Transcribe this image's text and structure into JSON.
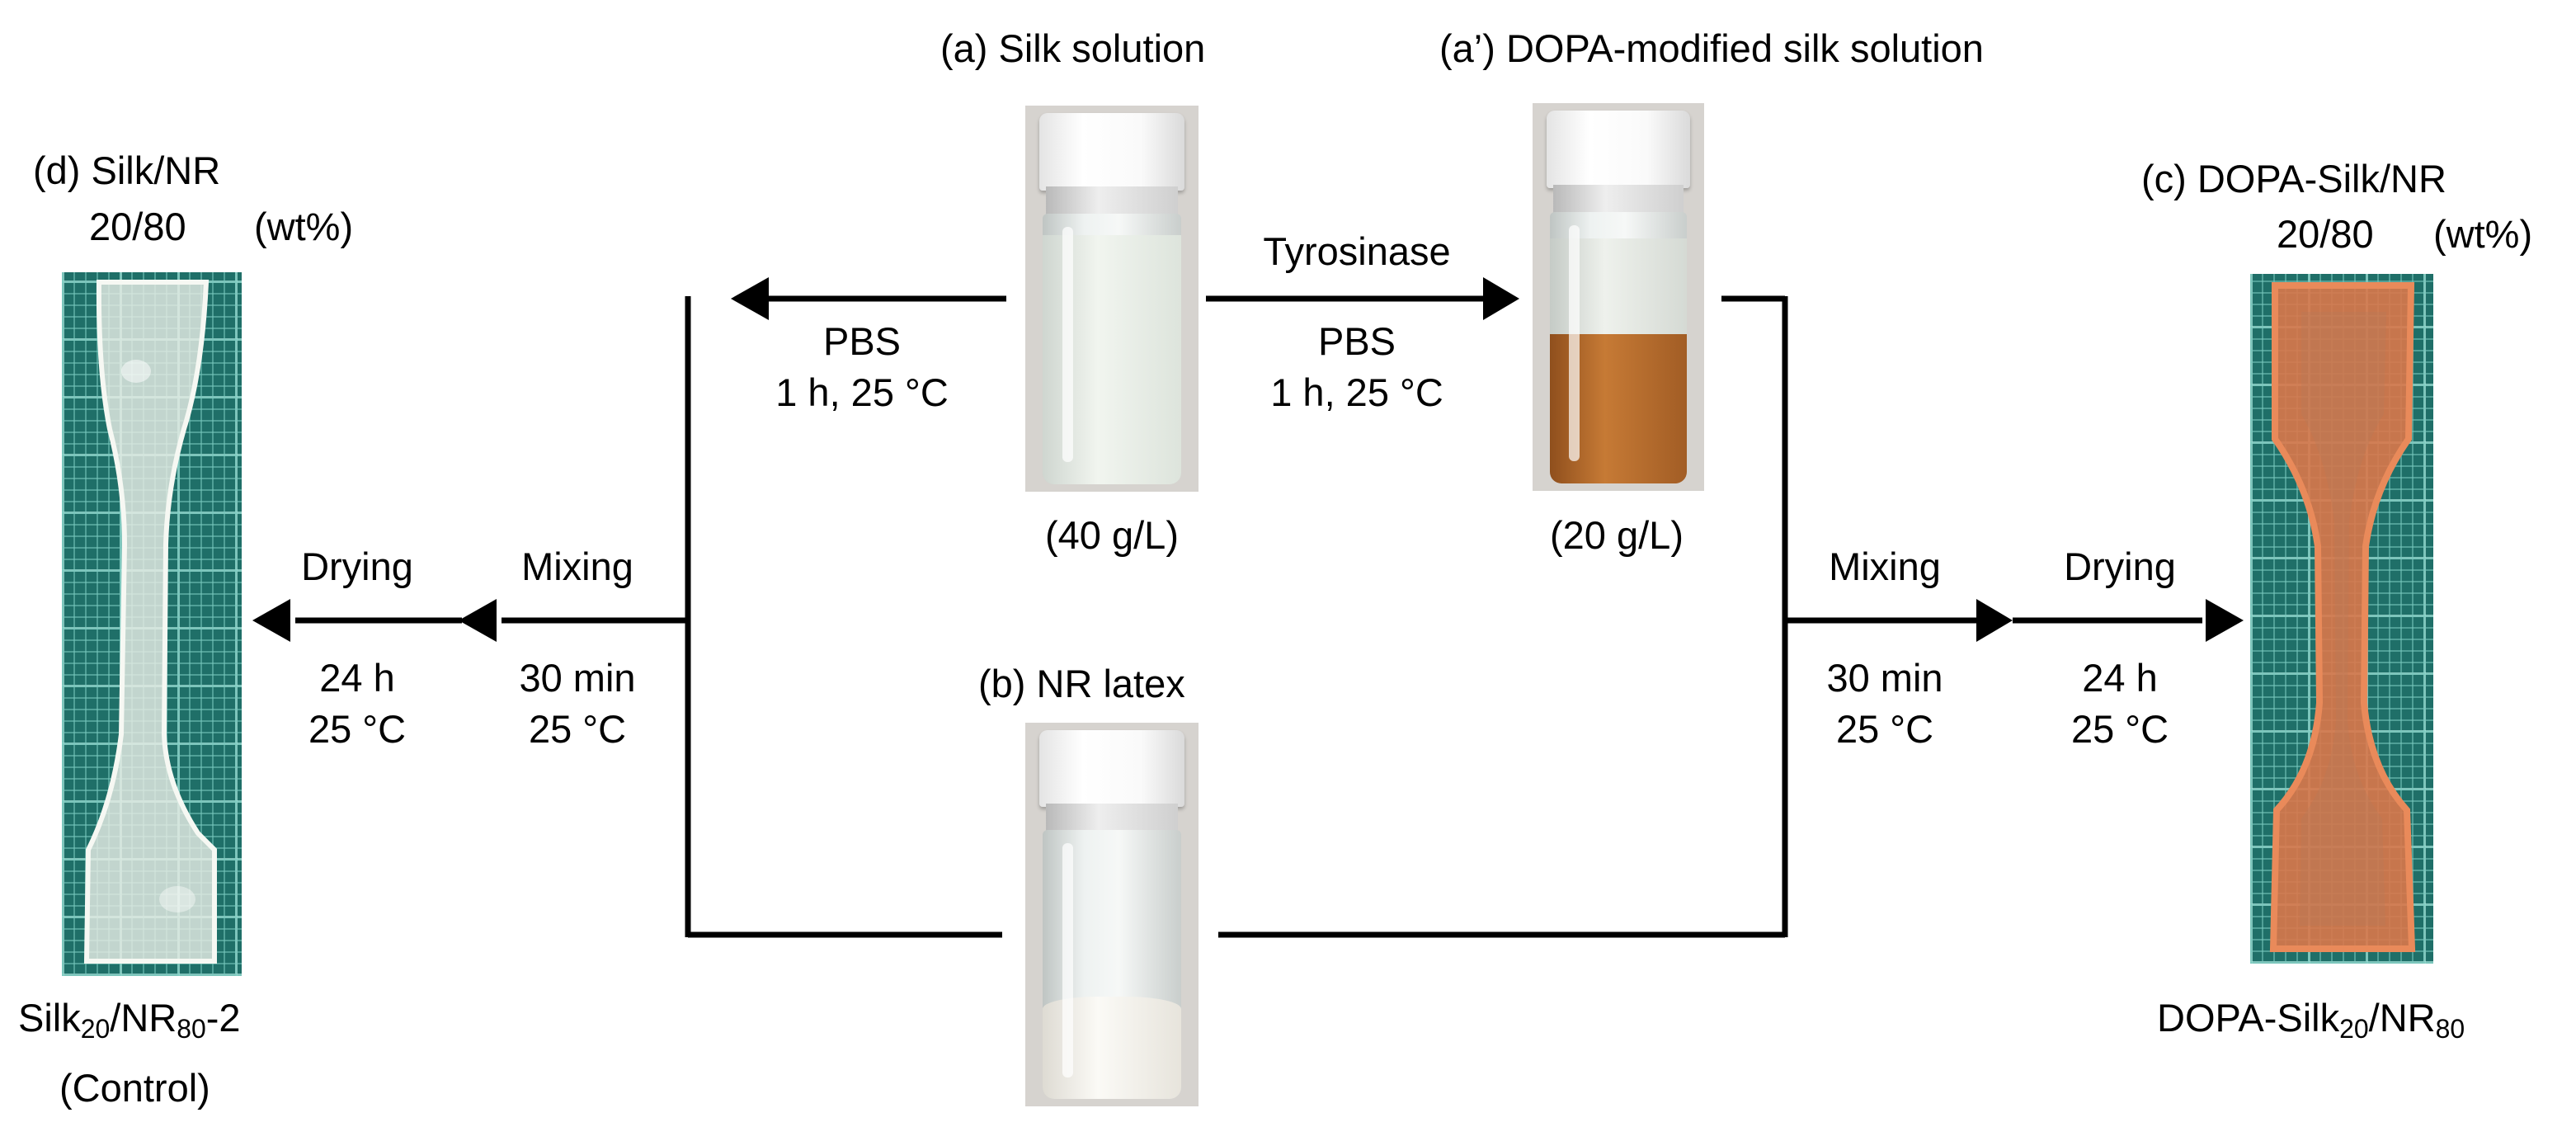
{
  "vials": {
    "silk": {
      "label": "(a) Silk solution",
      "concentration": "(40 g/L)"
    },
    "dopa": {
      "label": "(a’) DOPA-modified silk solution",
      "concentration": "(20 g/L)"
    },
    "latex": {
      "label": "(b) NR latex"
    }
  },
  "steps": {
    "left_pbs": {
      "line1": "PBS",
      "line2": "1 h, 25 °C"
    },
    "right_tyrosinase": {
      "line0": "Tyrosinase",
      "line1": "PBS",
      "line2": "1 h, 25 °C"
    },
    "left_mixing": {
      "title": "Mixing",
      "line1": "30 min",
      "line2": "25 °C"
    },
    "left_drying": {
      "title": "Drying",
      "line1": "24 h",
      "line2": "25 °C"
    },
    "right_mixing": {
      "title": "Mixing",
      "line1": "30 min",
      "line2": "25 °C"
    },
    "right_drying": {
      "title": "Drying",
      "line1": "24 h",
      "line2": "25 °C"
    }
  },
  "products": {
    "control": {
      "label": "(d) Silk/NR",
      "ratio": "20/80",
      "unit": "(wt%)",
      "name_prefix": "Silk",
      "name_sub1": "20",
      "name_mid": "/NR",
      "name_sub2": "80",
      "name_suffix": "-2",
      "note": "(Control)"
    },
    "dopa": {
      "label": "(c) DOPA-Silk/NR",
      "ratio": "20/80",
      "unit": "(wt%)",
      "name_prefix": "DOPA-Silk",
      "name_sub1": "20",
      "name_mid": "/NR",
      "name_sub2": "80"
    }
  },
  "colors": {
    "silk_liquid": "#e7ece6",
    "dopa_liquid": "#b56a2a",
    "latex_liquid": "#f1efe9",
    "control_specimen": "#e7ece4",
    "dopa_specimen": "#d9774a",
    "mat": "#1f6f68",
    "arrow": "#000000"
  }
}
